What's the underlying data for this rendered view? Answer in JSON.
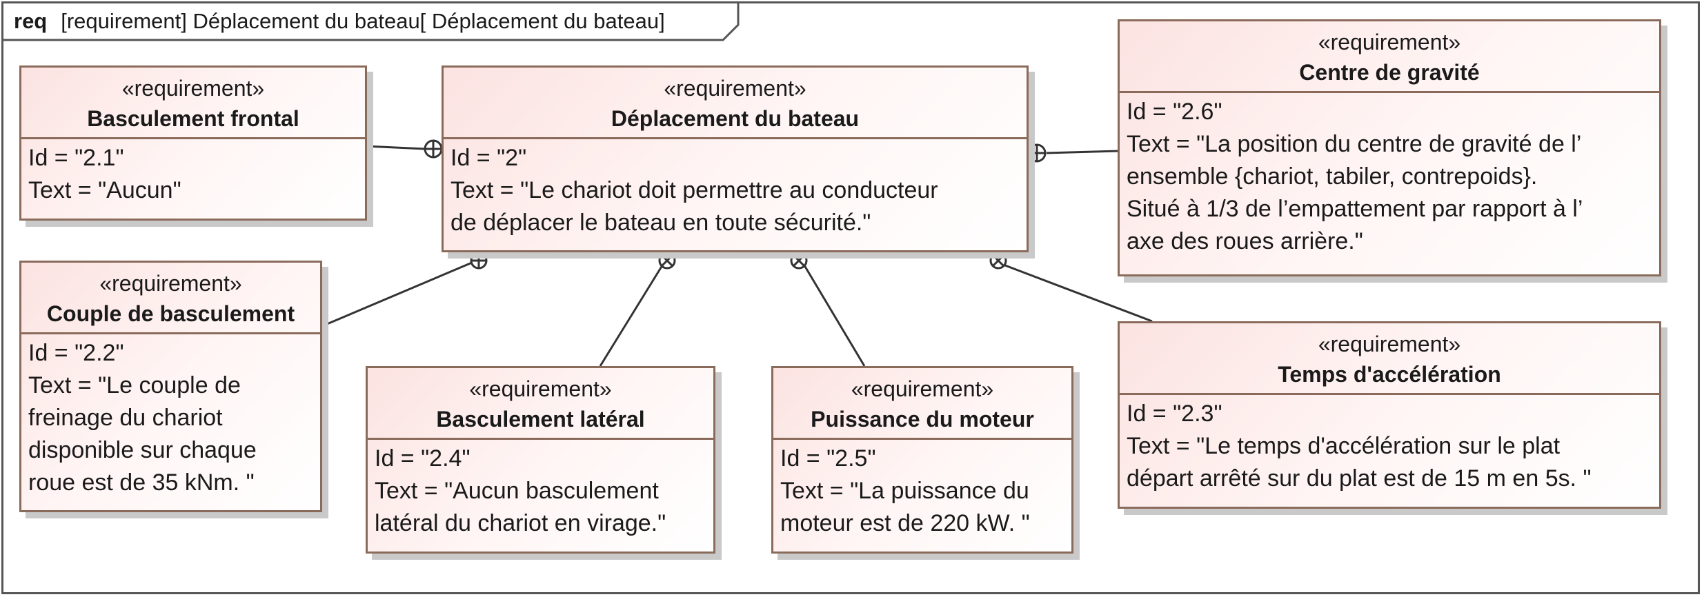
{
  "frame": {
    "keyword": "req",
    "title": "[requirement] Déplacement du bateau[ Déplacement du bateau]"
  },
  "requirements": {
    "main": {
      "stereotype": "«requirement»",
      "name": "Déplacement du bateau",
      "lines": [
        "Id = \"2\"",
        "Text = \"Le chariot doit permettre au conducteur",
        "de déplacer le bateau en toute sécurité.\""
      ]
    },
    "frontal": {
      "stereotype": "«requirement»",
      "name": "Basculement frontal",
      "lines": [
        "Id = \"2.1\"",
        "Text = \"Aucun\""
      ]
    },
    "couple": {
      "stereotype": "«requirement»",
      "name": "Couple de basculement",
      "lines": [
        "Id = \"2.2\"",
        "Text = \"Le couple de",
        "freinage du chariot",
        "disponible sur chaque",
        "roue est de 35 kNm. \""
      ]
    },
    "lateral": {
      "stereotype": "«requirement»",
      "name": "Basculement latéral",
      "lines": [
        "Id = \"2.4\"",
        "Text = \"Aucun basculement",
        "latéral du chariot en virage.\""
      ]
    },
    "puissance": {
      "stereotype": "«requirement»",
      "name": "Puissance du moteur",
      "lines": [
        "Id = \"2.5\"",
        "Text = \"La puissance du",
        "moteur est de 220 kW. \""
      ]
    },
    "acceleration": {
      "stereotype": "«requirement»",
      "name": "Temps d'accélération",
      "lines": [
        "Id = \"2.3\"",
        "Text = \"Le temps d'accélération sur le plat",
        "départ arrêté sur du plat est de 15 m en 5s. \""
      ]
    },
    "gravite": {
      "stereotype": "«requirement»",
      "name": "Centre de gravité",
      "lines": [
        "Id = \"2.6\"",
        "Text = \"La position du centre de gravité de l’",
        "ensemble {chariot, tabiler, contrepoids}.",
        "Situé à 1/3 de l’empattement par rapport à l’",
        "axe des roues arrière.\""
      ]
    }
  },
  "relations": [
    {
      "from": "main",
      "to": "frontal",
      "type": "containment"
    },
    {
      "from": "main",
      "to": "couple",
      "type": "containment"
    },
    {
      "from": "main",
      "to": "lateral",
      "type": "containment"
    },
    {
      "from": "main",
      "to": "puissance",
      "type": "containment"
    },
    {
      "from": "main",
      "to": "acceleration",
      "type": "containment"
    },
    {
      "from": "main",
      "to": "gravite",
      "type": "containment"
    }
  ]
}
